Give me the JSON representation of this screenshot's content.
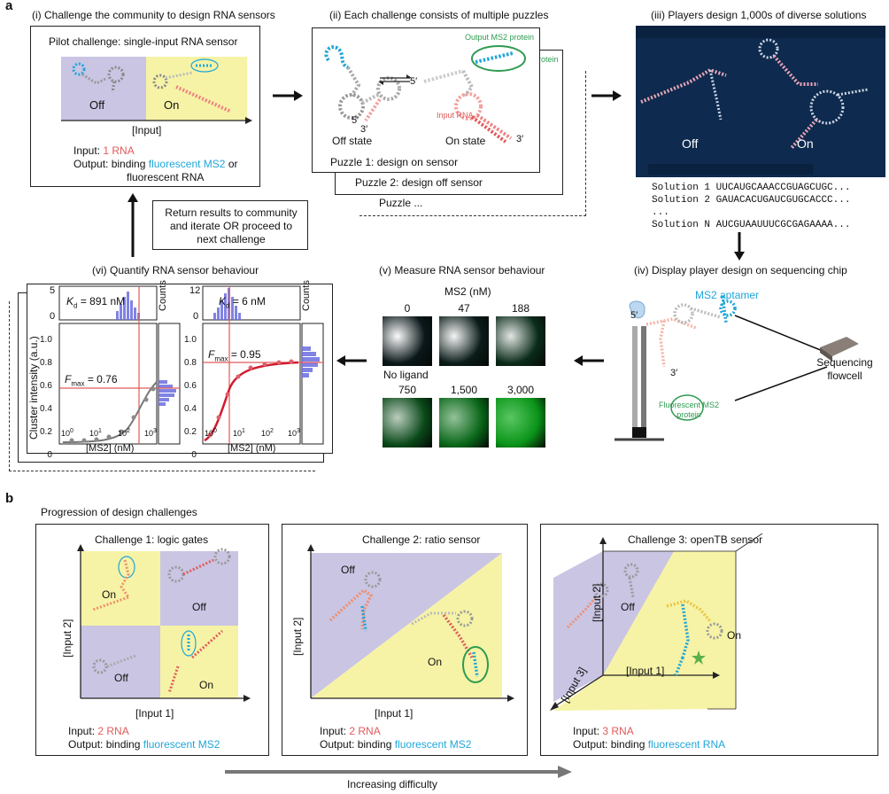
{
  "panel_a": {
    "letter": "a",
    "p1": {
      "title": "(i) Challenge the community to design RNA sensors",
      "box_title": "Pilot challenge: single-input RNA sensor",
      "off": "Off",
      "on": "On",
      "axis": "[Input]",
      "input_label": "Input:",
      "input_value": "1 RNA",
      "output_label": "Output: binding",
      "output_value": "fluorescent MS2",
      "output_or": "or",
      "output_line2": "fluorescent RNA"
    },
    "p2": {
      "title": "(ii) Each challenge consists of multiple puzzles",
      "protein_label": "Output MS2 protein",
      "protein_label_back": "protein",
      "input_rna": "Input RNA",
      "off_state": "Off state",
      "on_state": "On state",
      "five_prime": "5′",
      "three_prime": "3′",
      "puzzle1": "Puzzle 1: design on sensor",
      "puzzle2": "Puzzle 2: design off sensor",
      "puzzle3": "Puzzle ..."
    },
    "p3": {
      "title": "(iii) Players design 1,000s of diverse solutions",
      "off": "Off",
      "on": "On",
      "solutions": [
        {
          "label": "Solution 1",
          "seq": "UUCAUGCAAACCGUAGCUGC..."
        },
        {
          "label": "Solution 2",
          "seq": "GAUACACUGAUCGUGCACCC..."
        },
        {
          "label": "...",
          "seq": ""
        },
        {
          "label": "Solution N",
          "seq": "AUCGUAAUUUCGCGAGAAAA..."
        }
      ]
    },
    "return_box": "Return results to community and iterate OR proceed to next challenge",
    "p4": {
      "title": "(iv) Display player design on sequencing chip",
      "aptamer": "MS2 aptamer",
      "five_prime": "5′",
      "three_prime": "3′",
      "fluor_protein": "Fluorescent MS2 protein",
      "flowcell": "Sequencing flowcell"
    },
    "p5": {
      "title": "(v) Measure RNA sensor behaviour",
      "ms2_header": "MS2 (nM)",
      "no_ligand": "No ligand",
      "concentrations": [
        "0",
        "47",
        "188",
        "750",
        "1,500",
        "3,000"
      ],
      "brightness": [
        0.02,
        0.05,
        0.15,
        0.35,
        0.55,
        0.85
      ]
    },
    "p6": {
      "title": "(vi) Quantify RNA sensor behaviour",
      "ylabel": "Cluster intensity (a.u.)",
      "counts": "Counts",
      "left": {
        "kd": "K",
        "kd_sub": "d",
        "kd_val": "= 891 nM",
        "fmax": "F",
        "fmax_sub": "max",
        "fmax_val": "= 0.76",
        "hist_top": "5",
        "hist_zero": "0"
      },
      "right": {
        "kd": "K",
        "kd_sub": "d",
        "kd_val": "= 6 nM",
        "fmax": "F",
        "fmax_sub": "max",
        "fmax_val": "= 0.95",
        "hist_top": "12",
        "hist_zero": "0"
      },
      "yticks": [
        "1.0",
        "0.8",
        "0.6",
        "0.4",
        "0.2",
        "0"
      ],
      "xticks_base": "10",
      "xticks_exp": [
        "0",
        "1",
        "2",
        "3"
      ],
      "xlabel": "[MS2] (nM)"
    }
  },
  "panel_b": {
    "letter": "b",
    "subtitle": "Progression of design challenges",
    "c1": {
      "title": "Challenge 1: logic gates",
      "on1": "On",
      "off1": "Off",
      "off2": "Off",
      "on2": "On",
      "x_axis": "[Input 1]",
      "y_axis": "[Input 2]",
      "input_label": "Input:",
      "input_value": "2 RNA",
      "output_label": "Output: binding",
      "output_value": "fluorescent MS2"
    },
    "c2": {
      "title": "Challenge 2: ratio sensor",
      "off": "Off",
      "on": "On",
      "x_axis": "[Input 1]",
      "y_axis": "[Input 2]",
      "input_label": "Input:",
      "input_value": "2 RNA",
      "output_label": "Output: binding",
      "output_value": "fluorescent MS2"
    },
    "c3": {
      "title": "Challenge 3: openTB sensor",
      "off": "Off",
      "on": "On",
      "x_axis": "[Input 1]",
      "y_axis": "[Input 2]",
      "z_axis": "[Input 3]",
      "input_label": "Input:",
      "input_value": "3 RNA",
      "output_label": "Output: binding",
      "output_value": "fluorescent RNA"
    },
    "difficulty": "Increasing difficulty"
  },
  "colors": {
    "lavender": "#c9c5e3",
    "yellow": "#f6f3a6",
    "red": "#e15a5a",
    "blue": "#1fa6d8",
    "green": "#2f9b51",
    "game_bg": "#0e2a4e"
  }
}
